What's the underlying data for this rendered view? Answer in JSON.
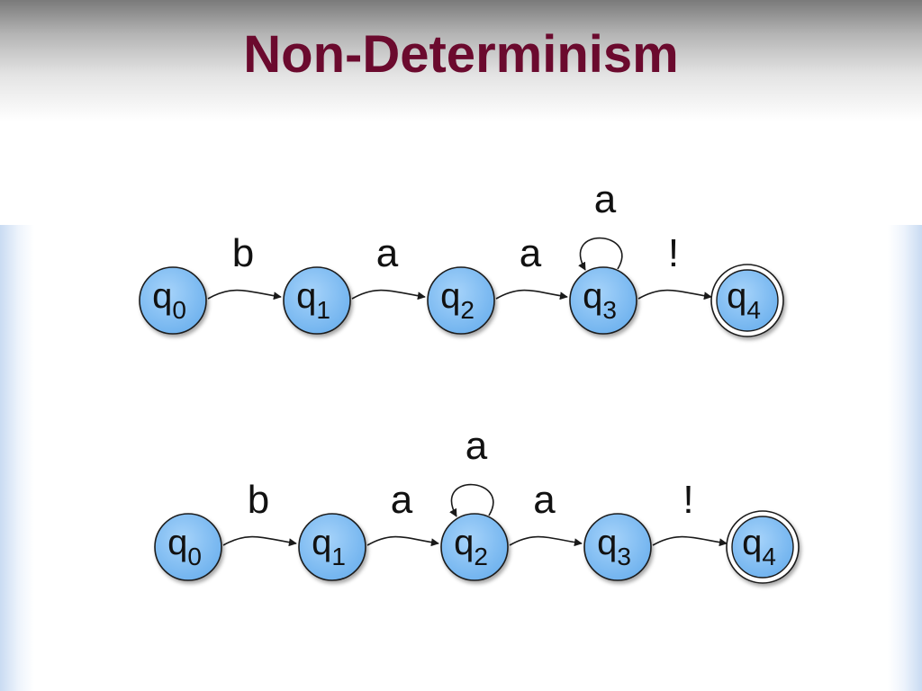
{
  "slide": {
    "title": "Non-Determinism"
  },
  "colors": {
    "title": "#6b0a2e",
    "state_fill": "#8cc4f5",
    "state_stroke": "#1a1a1a",
    "edge": "#1a1a1a"
  },
  "automata": [
    {
      "states": [
        {
          "base": "q",
          "sub": "0",
          "accepting": false
        },
        {
          "base": "q",
          "sub": "1",
          "accepting": false
        },
        {
          "base": "q",
          "sub": "2",
          "accepting": false
        },
        {
          "base": "q",
          "sub": "3",
          "accepting": false
        },
        {
          "base": "q",
          "sub": "4",
          "accepting": true
        }
      ],
      "transitions": [
        {
          "from": 0,
          "to": 1,
          "label": "b"
        },
        {
          "from": 1,
          "to": 2,
          "label": "a"
        },
        {
          "from": 2,
          "to": 3,
          "label": "a"
        },
        {
          "from": 3,
          "to": 4,
          "label": "!"
        }
      ],
      "self_loop": {
        "state": 3,
        "label": "a"
      }
    },
    {
      "states": [
        {
          "base": "q",
          "sub": "0",
          "accepting": false
        },
        {
          "base": "q",
          "sub": "1",
          "accepting": false
        },
        {
          "base": "q",
          "sub": "2",
          "accepting": false
        },
        {
          "base": "q",
          "sub": "3",
          "accepting": false
        },
        {
          "base": "q",
          "sub": "4",
          "accepting": true
        }
      ],
      "transitions": [
        {
          "from": 0,
          "to": 1,
          "label": "b"
        },
        {
          "from": 1,
          "to": 2,
          "label": "a"
        },
        {
          "from": 2,
          "to": 3,
          "label": "a"
        },
        {
          "from": 3,
          "to": 4,
          "label": "!"
        }
      ],
      "self_loop": {
        "state": 2,
        "label": "a"
      }
    }
  ]
}
